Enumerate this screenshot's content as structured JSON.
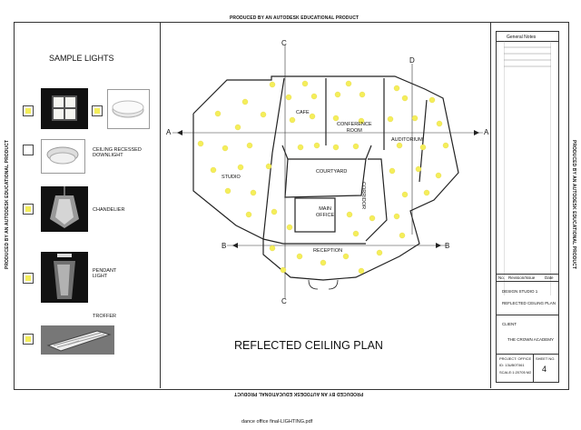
{
  "edu_notice": "PRODUCED BY AN AUTODESK EDUCATIONAL PRODUCT",
  "sample_lights": {
    "title": "SAMPLE LIGHTS",
    "items": [
      {
        "label": "CEILING RECESSED\nDOWNLIGHT"
      },
      {
        "label": "CHANDELIER"
      },
      {
        "label": "PENDANT\nLIGHT"
      },
      {
        "label": "TROFFER"
      }
    ]
  },
  "plan": {
    "title": "REFLECTED CEILING PLAN",
    "rooms": {
      "cafe": "CAFE",
      "conference": "CONFERENCE\nROOM",
      "auditorium": "AUDITORIUM",
      "studio": "STUDIO",
      "courtyard": "COURTYARD",
      "corridor": "CORRIDOR",
      "main_office": "MAIN\nOFFICE",
      "reception": "RECEPTION"
    },
    "section_marks": {
      "a": "A",
      "b": "B",
      "c": "C",
      "d": "D"
    },
    "light_color": "#f4ee5a"
  },
  "title_block": {
    "general_notes": "General Notes",
    "revision_headers": [
      "No.",
      "Revision/Issue",
      "Date"
    ],
    "course": "DESIGN STUDIO 1",
    "drawing": "REFLECTED CEILING PLAN",
    "client_label": "CLIENT",
    "client": "THE CROWN ACADEMY",
    "project_label": "PROJECT: OFFICE",
    "id": "ID: 13UB0T061",
    "scale": "SCALE:1:20705 M2",
    "sheet_label": "SHEET NO.",
    "sheet_no": "4"
  },
  "footer": {
    "filename": "dance office final-LIGHTING.pdf"
  }
}
